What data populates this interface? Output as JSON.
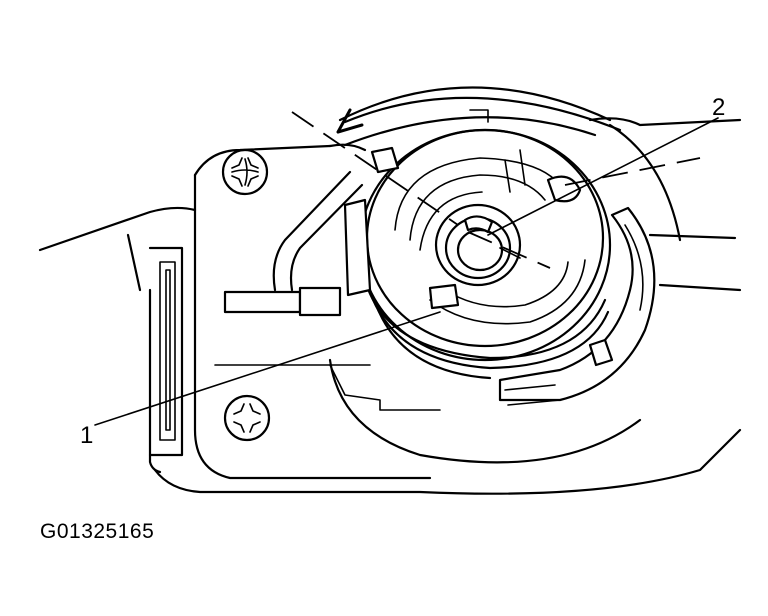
{
  "callouts": [
    {
      "id": "1",
      "label": "1"
    },
    {
      "id": "2",
      "label": "2"
    }
  ],
  "figure_code": "G01325165"
}
